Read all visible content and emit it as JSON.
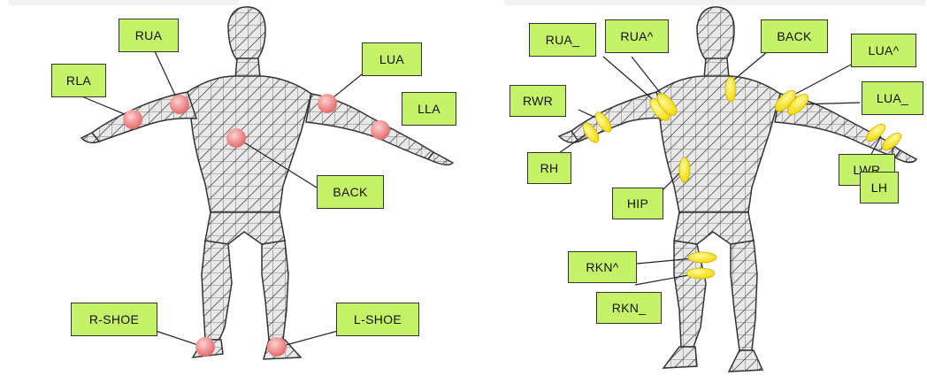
{
  "colors": {
    "label_fill": "#c6f26a",
    "left_sensor": "#f08a8a",
    "right_sensor": "#f5e20a",
    "skin": "#e6e6e6",
    "mesh": "#555555"
  },
  "left_panel": {
    "labels": [
      "RUA",
      "RLA",
      "LUA",
      "LLA",
      "BACK",
      "R-SHOE",
      "L-SHOE"
    ]
  },
  "right_panel": {
    "labels": [
      "RUA_",
      "RUA^",
      "BACK",
      "LUA^",
      "RWR",
      "LUA_",
      "RH",
      "LWR",
      "LH",
      "HIP",
      "RKN^",
      "RKN_"
    ]
  }
}
